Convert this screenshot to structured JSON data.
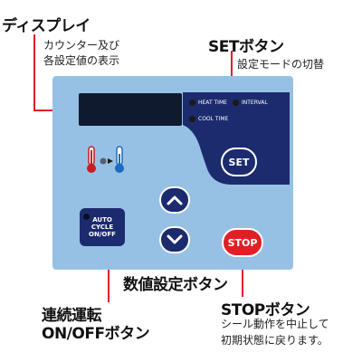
{
  "callouts": {
    "display": {
      "title": "ディスプレイ",
      "desc_line1": "カウンター及び",
      "desc_line2": "各設定値の表示"
    },
    "set": {
      "title": "SETボタン",
      "desc": "設定モードの切替"
    },
    "numeric": {
      "title": "数値設定ボタン"
    },
    "auto": {
      "title_line1": "連続運転",
      "title_line2": "ON/OFFボタン"
    },
    "stop": {
      "title": "STOPボタン",
      "desc_line1": "シール動作を中止して",
      "desc_line2": "初期状態に戻ります。"
    }
  },
  "panel": {
    "led_labels": {
      "heat_time": "HEAT TIME",
      "cool_time": "COOL TIME",
      "interval": "INTERVAL"
    },
    "set_label": "SET",
    "stop_label": "STOP",
    "auto_label_line1": "AUTO",
    "auto_label_line2": "CYCLE",
    "auto_label_line3": "ON/OFF"
  },
  "colors": {
    "panel": "#97c1e4",
    "panel_dark": "#1c2b6e",
    "stop": "#e31f26",
    "leader": "#e31f26"
  },
  "icons": [
    "thermometer-hot-icon",
    "thermometer-cold-icon",
    "chevron-up-icon",
    "chevron-down-icon"
  ]
}
